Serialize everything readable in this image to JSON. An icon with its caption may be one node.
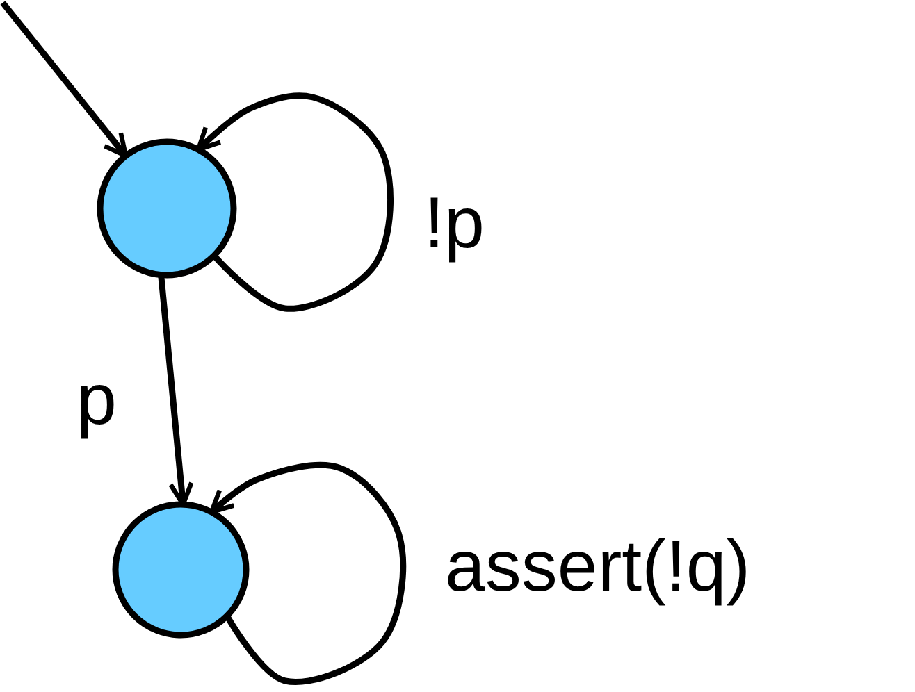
{
  "diagram": {
    "nodes": [
      {
        "text": [],
        "shape": "circle"
      },
      {
        "text": [],
        "shape": "circle"
      }
    ],
    "edges": [
      {
        "from": null,
        "to": 0,
        "arrow": "to"
      },
      {
        "from": 0,
        "to": 0,
        "arrow": "to",
        "label": "!p"
      },
      {
        "from": 0,
        "to": 1,
        "arrow": "to",
        "label": "p"
      },
      {
        "from": 1,
        "to": 1,
        "arrow": "to",
        "label": "assert(!q)"
      }
    ]
  }
}
